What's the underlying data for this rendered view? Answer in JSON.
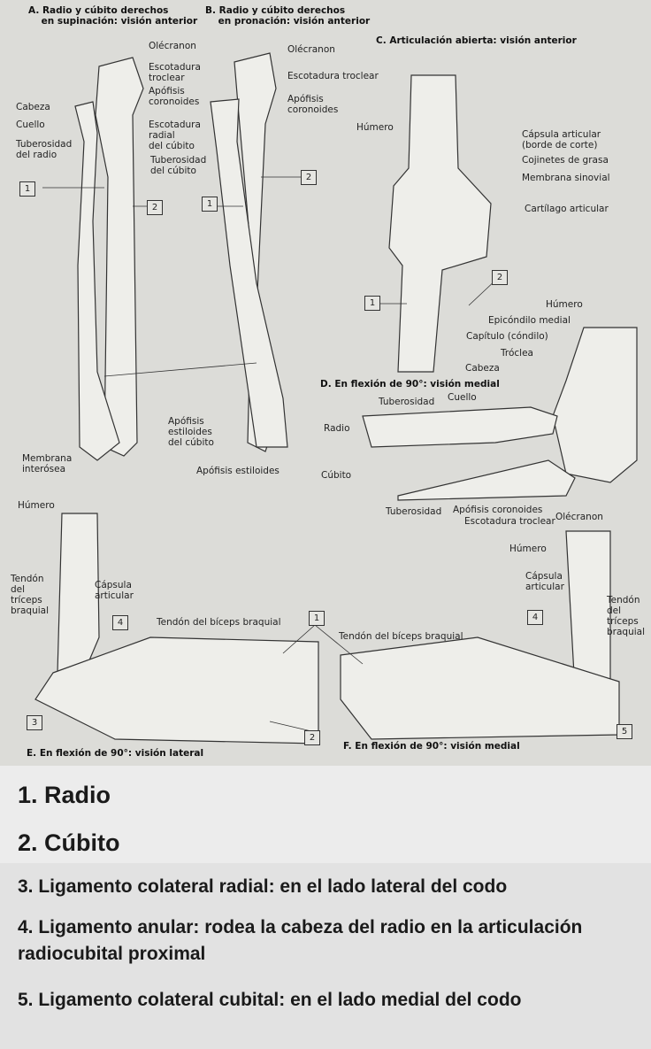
{
  "panels": {
    "A": {
      "title1": "A. Radio y cúbito derechos",
      "title2": "en supinación: visión anterior",
      "labels": [
        "Olécranon",
        "Escotadura",
        "troclear",
        "Apófisis",
        "coronoides",
        "Cabeza",
        "Cuello",
        "Escotadura",
        "radial",
        "del cúbito",
        "Tuberosidad",
        "del radio",
        "Tuberosidad",
        "del cúbito",
        "Apófisis",
        "estiloides",
        "del cúbito",
        "Membrana",
        "interósea"
      ]
    },
    "B": {
      "title1": "B. Radio y cúbito derechos",
      "title2": "en pronación: visión anterior",
      "labels": [
        "Olécranon",
        "Escotadura troclear",
        "Apófisis",
        "coronoides",
        "Apófisis estiloides"
      ]
    },
    "C": {
      "title": "C. Articulación abierta: visión anterior",
      "labels": [
        "Húmero",
        "Cápsula articular",
        "(borde de corte)",
        "Cojinetes de grasa",
        "Membrana sinovial",
        "Cartílago articular"
      ]
    },
    "D": {
      "title": "D. En flexión de 90°: visión medial",
      "labels": [
        "Húmero",
        "Epicóndilo medial",
        "Capítulo (cóndilo)",
        "Tróclea",
        "Cabeza",
        "Cuello",
        "Tuberosidad",
        "Radio",
        "Cúbito",
        "Tuberosidad",
        "Apófisis coronoides",
        "Escotadura troclear",
        "Olécranon"
      ]
    },
    "E": {
      "title": "E. En flexión de 90°: visión lateral",
      "labels": [
        "Húmero",
        "Tendón",
        "del",
        "tríceps",
        "braquial",
        "Cápsula",
        "articular",
        "Tendón del bíceps braquial"
      ]
    },
    "F": {
      "title": "F. En flexión de 90°: visión medial",
      "labels": [
        "Húmero",
        "Cápsula",
        "articular",
        "Tendón del bíceps braquial",
        "Tendón",
        "del",
        "tríceps",
        "braquial"
      ]
    }
  },
  "markers": [
    "1",
    "2",
    "3",
    "4",
    "5"
  ],
  "legend": [
    {
      "num": "1.",
      "text": "Radio"
    },
    {
      "num": "2.",
      "text": "Cúbito"
    },
    {
      "num": "3.",
      "text": "Ligamento colateral radial: en el lado lateral del codo"
    },
    {
      "num": "4.",
      "text": "Ligamento anular: rodea la cabeza del radio en la articulación radiocubital proximal"
    },
    {
      "num": "5.",
      "text": "Ligamento colateral cubital: en el lado medial del codo"
    }
  ]
}
